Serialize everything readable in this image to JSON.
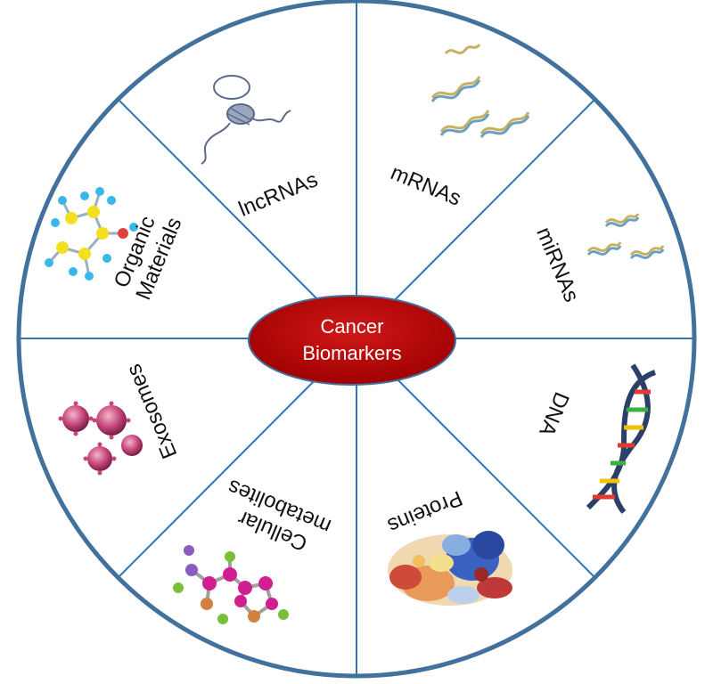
{
  "center": {
    "line1": "Cancer",
    "line2": "Biomarkers",
    "color": "#c00000"
  },
  "ring_color": "#41719c",
  "divider_color": "#2e75b6",
  "segments": [
    {
      "id": "lncrnas",
      "lines": [
        "lncRNAs"
      ]
    },
    {
      "id": "mrnas",
      "lines": [
        "mRNAs"
      ]
    },
    {
      "id": "mirnas",
      "lines": [
        "miRNAs"
      ]
    },
    {
      "id": "dna",
      "lines": [
        "DNA"
      ]
    },
    {
      "id": "proteins",
      "lines": [
        "Proteins"
      ]
    },
    {
      "id": "cellular",
      "lines": [
        "Cellular",
        "metabolites"
      ]
    },
    {
      "id": "exosomes",
      "lines": [
        "Exosomes"
      ]
    },
    {
      "id": "organic",
      "lines": [
        "Organic",
        "Materials"
      ]
    }
  ],
  "icons": {
    "lncrnas": "lncrna-icon",
    "mrnas": "mrna-icon",
    "mirnas": "mirna-icon",
    "dna": "dna-helix-icon",
    "proteins": "protein-structure-icon",
    "cellular": "metabolite-molecule-icon",
    "exosomes": "exosome-icon",
    "organic": "organic-molecule-icon"
  }
}
